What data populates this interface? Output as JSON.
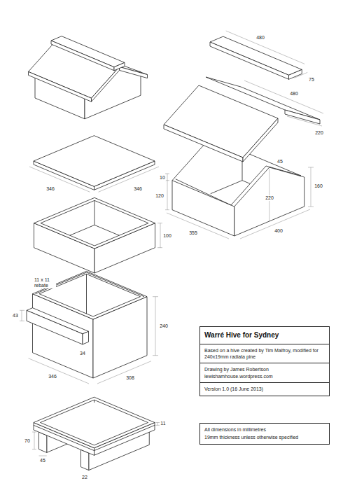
{
  "diagram": {
    "nodes": [
      {
        "text": [
          "Warré Hive for Sydney",
          "Based on a hive created by Tim Malfroy, modified for 240x19mm radiata pine",
          "Drawing by James Robertson lewishamhouse.wordpress.com",
          "Version 1.0 (16 June 2013)"
        ]
      },
      {
        "text": [
          "All dimensions in millimetres",
          "19mm thickness unless otherwise specified"
        ]
      }
    ],
    "labels": [
      "480",
      "75",
      "480",
      "220",
      "346",
      "346",
      "45",
      "160",
      "10",
      "120",
      "220",
      "355",
      "400",
      "100",
      "11 x 11 rebate",
      "240",
      "43",
      "34",
      "346",
      "308",
      "11",
      "45",
      "70",
      "22"
    ]
  }
}
